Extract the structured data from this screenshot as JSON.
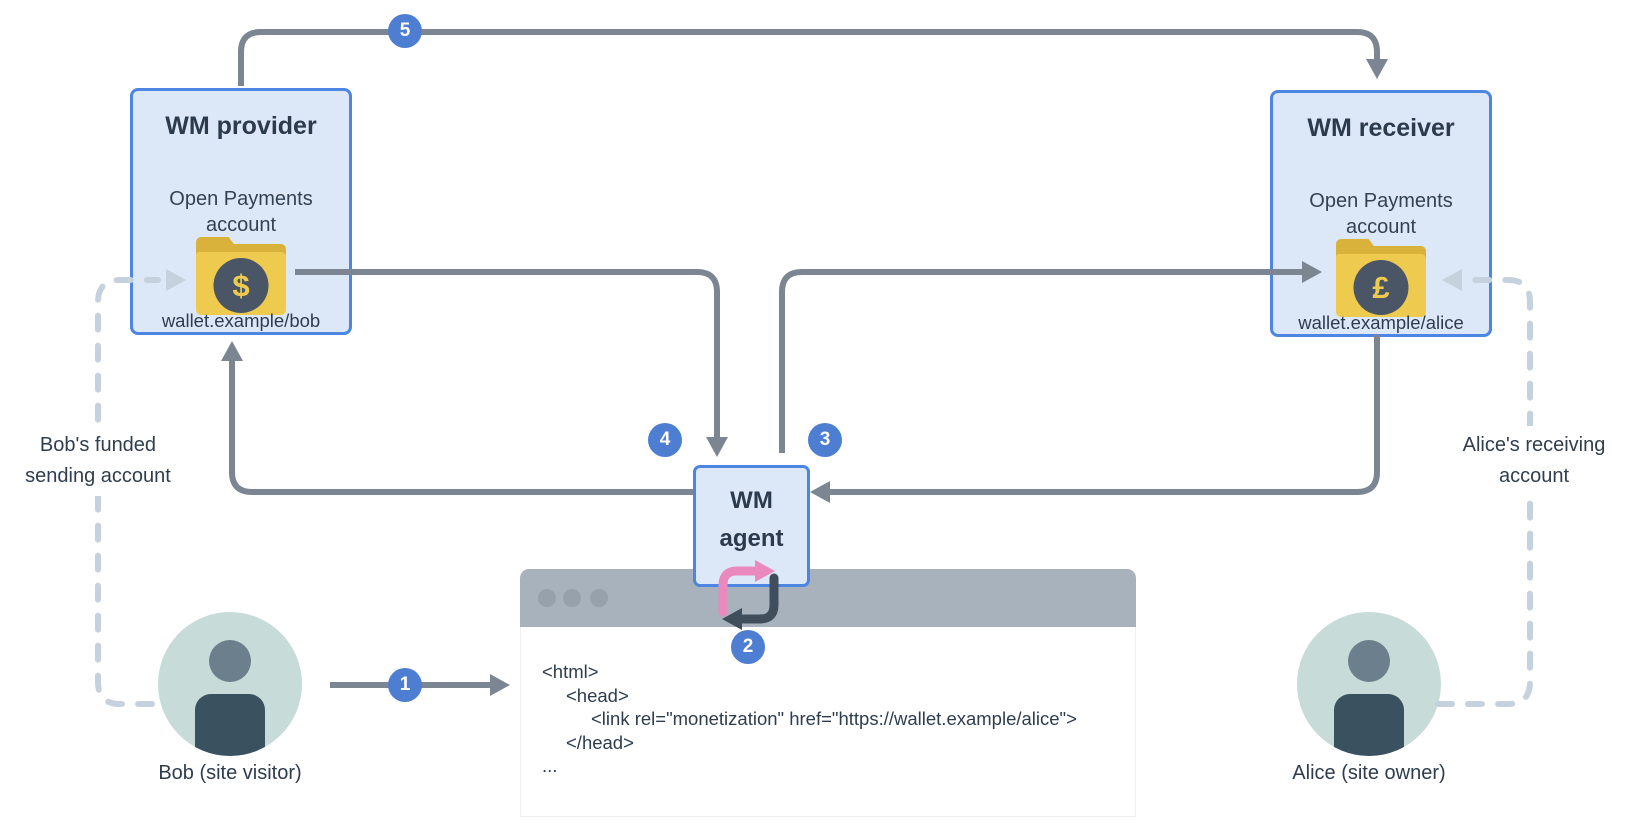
{
  "provider": {
    "title": "WM provider",
    "account_line1": "Open Payments",
    "account_line2": "account",
    "wallet": "wallet.example/bob",
    "symbol": "$"
  },
  "receiver": {
    "title": "WM receiver",
    "account_line1": "Open Payments",
    "account_line2": "account",
    "wallet": "wallet.example/alice",
    "symbol": "£"
  },
  "agent": {
    "line1": "WM",
    "line2": "agent"
  },
  "side_labels": {
    "left_line1": "Bob's funded",
    "left_line2": "sending account",
    "right_line1": "Alice's receiving",
    "right_line2": "account"
  },
  "actors": {
    "bob_label": "Bob (site visitor)",
    "alice_label": "Alice (site owner)"
  },
  "steps": {
    "s1": "1",
    "s2": "2",
    "s3": "3",
    "s4": "4",
    "s5": "5"
  },
  "browser": {
    "code_lines": [
      "<html>",
      "<head>",
      "<link rel=\"monetization\" href=\"https://wallet.example/alice\">",
      "</head>",
      "..."
    ]
  },
  "colors": {
    "badge_blue": "#4d7ed2",
    "box_border_blue": "#4c86e2",
    "box_fill_blue": "#dce8f8",
    "arrow_gray": "#7b8692",
    "dashed_gray": "#c6d1de",
    "folder_yellow": "#eecb4f",
    "folder_dark_yellow": "#d8b23a",
    "coin_slate": "#4a5566",
    "sync_pink": "#e989bd",
    "sync_dark": "#3f4e5a",
    "avatar_bg": "#c7dbd8",
    "browser_bar": "#a8b2bc",
    "text_dark": "#2e3d4e"
  }
}
